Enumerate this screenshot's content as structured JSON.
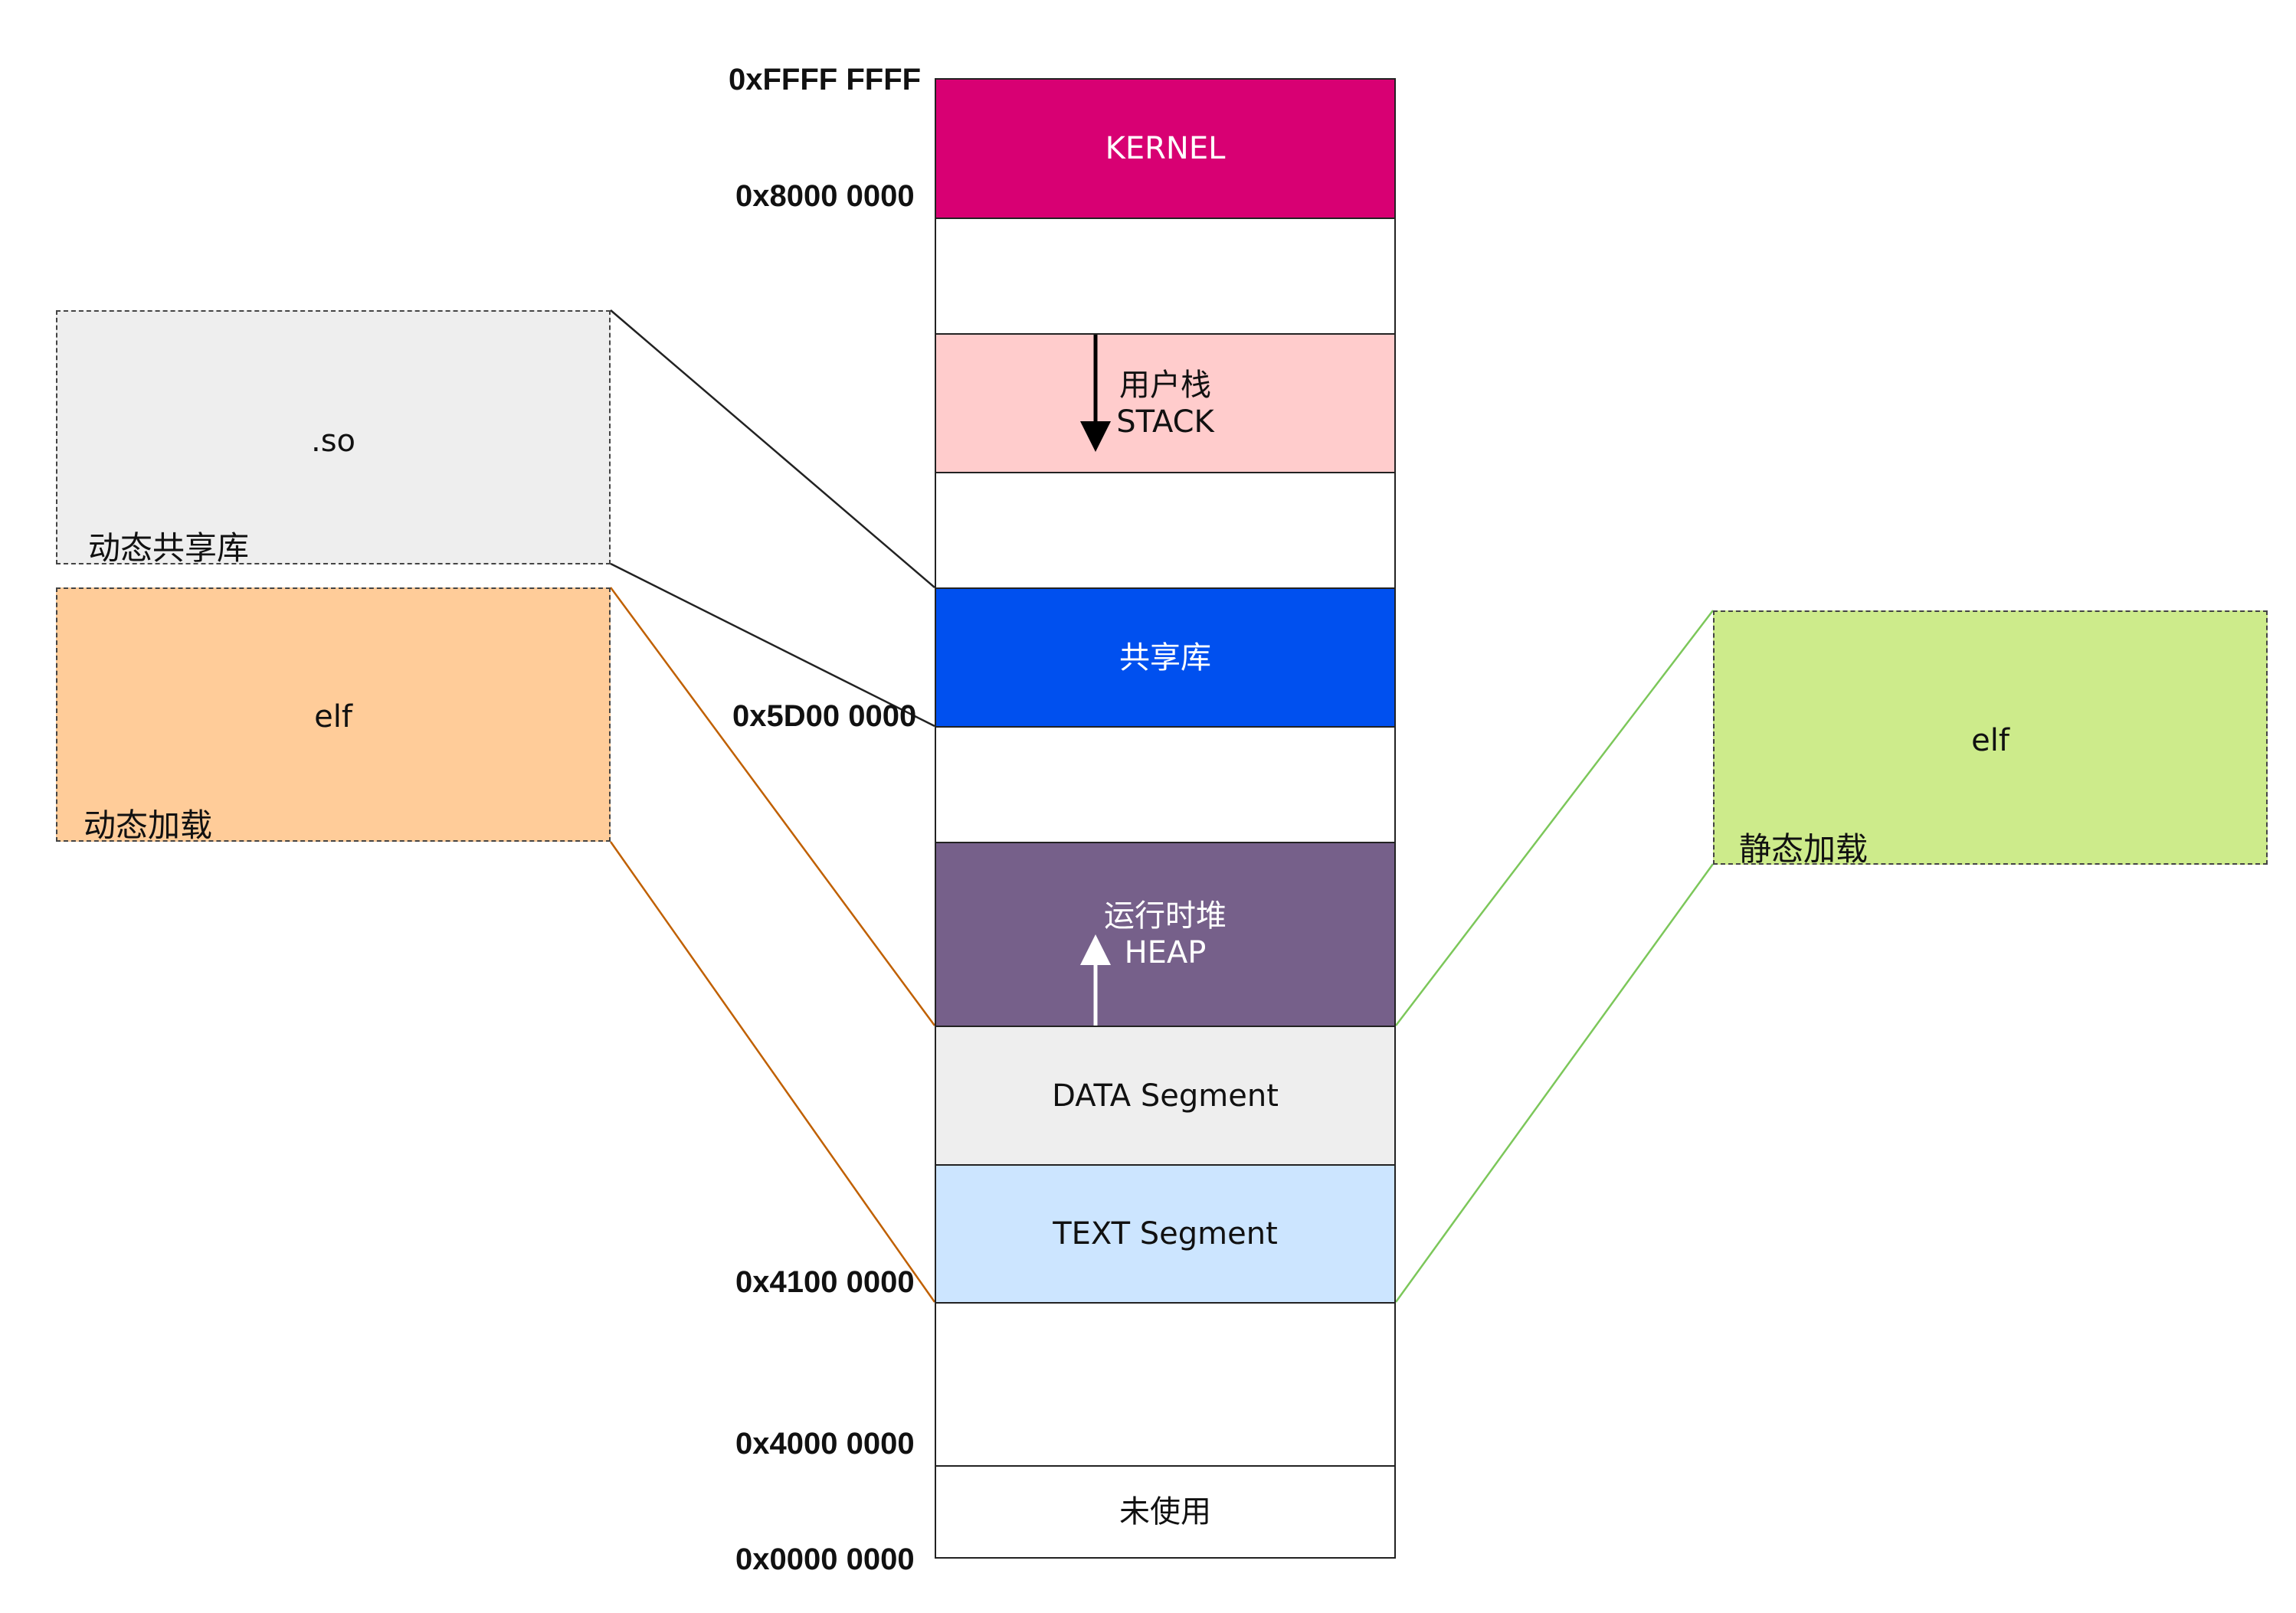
{
  "segments": {
    "kernel": "KERNEL",
    "stack": "用户栈\nSTACK",
    "shared_lib": "共享库",
    "heap": "运行时堆\nHEAP",
    "data": "DATA Segment",
    "text": "TEXT Segment",
    "unused": "未使用"
  },
  "addresses": {
    "top": "0xFFFF FFFF",
    "kernel_base": "0x8000 0000",
    "shared_base": "0x5D00 0000",
    "text_base": "0x4100 0000",
    "load_base": "0x4000 0000",
    "zero": "0x0000 0000"
  },
  "so_box": {
    "title": ".so",
    "caption": "动态共享库"
  },
  "dyn_box": {
    "title": "elf",
    "caption": "动态加载"
  },
  "static_box": {
    "title": "elf",
    "caption": "静态加载"
  },
  "colors": {
    "kernel": "#d80073",
    "stack": "#ffcccc",
    "shared_lib": "#0050ef",
    "heap": "#76608a",
    "data": "#eeeeee",
    "text": "#cce5ff",
    "so_box": "#eeeeee",
    "dyn_box": "#ffcc99",
    "static_box": "#cdeb8b",
    "dyn_line": "#c06000",
    "static_line": "#7cc75a"
  }
}
